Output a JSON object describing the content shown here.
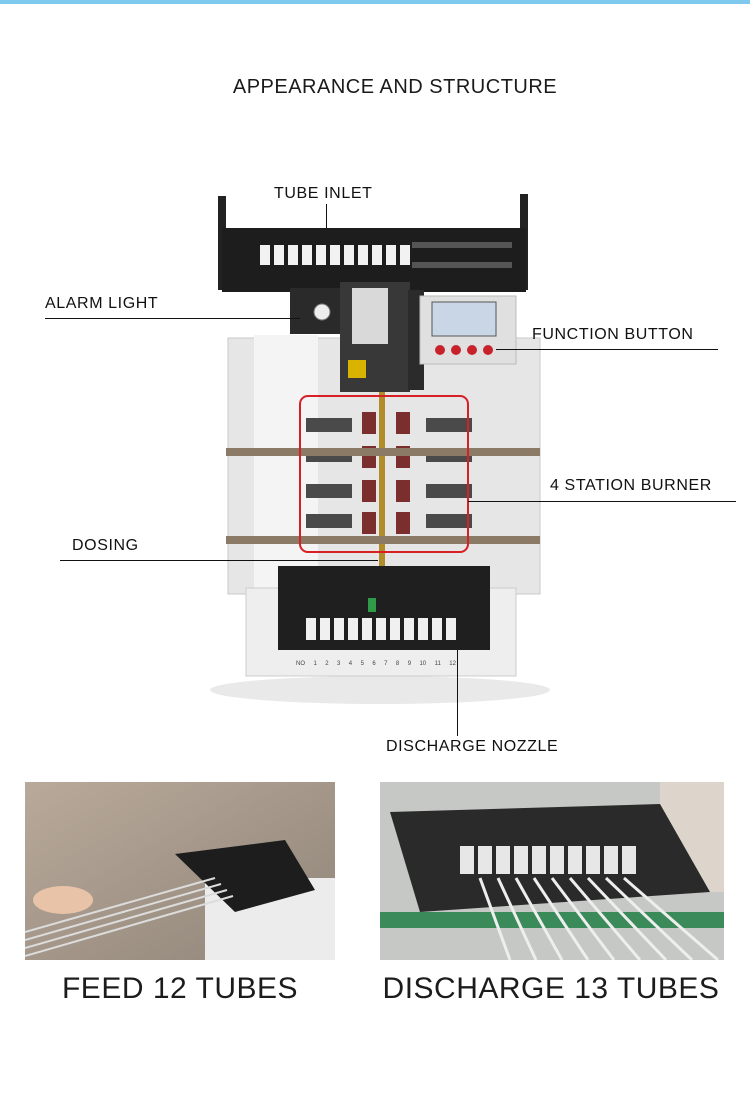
{
  "header": {
    "title": "APPEARANCE AND STRUCTURE"
  },
  "callouts": {
    "tube_inlet": "TUBE INLET",
    "alarm_light": "ALARM LIGHT",
    "function_button": "FUNCTION BUTTON",
    "station_burner": "4 STATION BURNER",
    "dosing": "DOSING",
    "discharge_nozzle": "DISCHARGE NOZZLE"
  },
  "machine": {
    "slot_numbers": [
      "NO",
      "1",
      "2",
      "3",
      "4",
      "5",
      "6",
      "7",
      "8",
      "9",
      "10",
      "11",
      "12"
    ]
  },
  "captions": {
    "feed": "FEED 12 TUBES",
    "discharge": "DISCHARGE 13 TUBES"
  },
  "colors": {
    "top_bar": "#7fc8ee",
    "highlight_box": "#d81f26",
    "function_buttons": "#c8232b",
    "panel_screen": "#c9d6e6"
  }
}
